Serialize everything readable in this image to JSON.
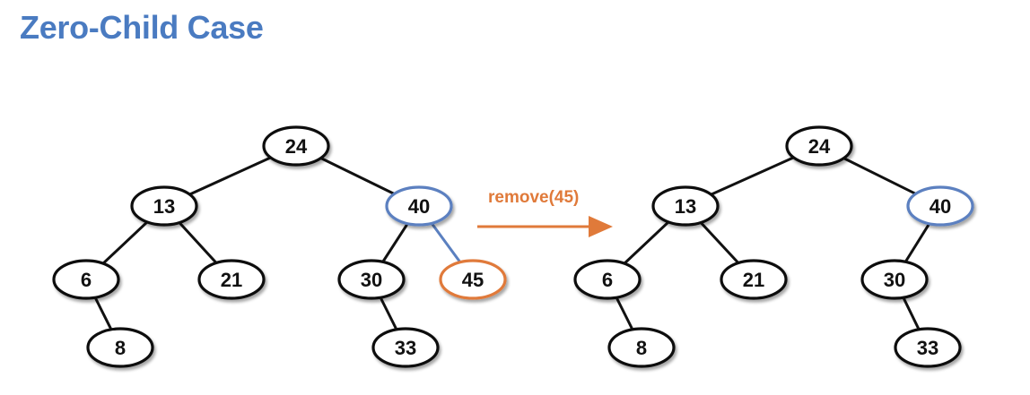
{
  "title": "Zero-Child Case",
  "operation": {
    "label": "remove(45)"
  },
  "colors": {
    "title": "#4a7bc1",
    "highlight_parent": "#5b80c0",
    "removed": "#e07a3a",
    "default": "#111111"
  },
  "trees": {
    "before": {
      "nodes": [
        {
          "id": "b24",
          "label": "24",
          "status": "default"
        },
        {
          "id": "b13",
          "label": "13",
          "status": "default"
        },
        {
          "id": "b40",
          "label": "40",
          "status": "parent"
        },
        {
          "id": "b6",
          "label": "6",
          "status": "default"
        },
        {
          "id": "b21",
          "label": "21",
          "status": "default"
        },
        {
          "id": "b30",
          "label": "30",
          "status": "default"
        },
        {
          "id": "b45",
          "label": "45",
          "status": "removed"
        },
        {
          "id": "b8",
          "label": "8",
          "status": "default"
        },
        {
          "id": "b33",
          "label": "33",
          "status": "default"
        }
      ],
      "edges": [
        [
          "b24",
          "b13"
        ],
        [
          "b24",
          "b40"
        ],
        [
          "b13",
          "b6"
        ],
        [
          "b13",
          "b21"
        ],
        [
          "b40",
          "b30"
        ],
        [
          "b40",
          "b45"
        ],
        [
          "b6",
          "b8"
        ],
        [
          "b30",
          "b33"
        ]
      ]
    },
    "after": {
      "nodes": [
        {
          "id": "a24",
          "label": "24",
          "status": "default"
        },
        {
          "id": "a13",
          "label": "13",
          "status": "default"
        },
        {
          "id": "a40",
          "label": "40",
          "status": "parent"
        },
        {
          "id": "a6",
          "label": "6",
          "status": "default"
        },
        {
          "id": "a21",
          "label": "21",
          "status": "default"
        },
        {
          "id": "a30",
          "label": "30",
          "status": "default"
        },
        {
          "id": "a8",
          "label": "8",
          "status": "default"
        },
        {
          "id": "a33",
          "label": "33",
          "status": "default"
        }
      ],
      "edges": [
        [
          "a24",
          "a13"
        ],
        [
          "a24",
          "a40"
        ],
        [
          "a13",
          "a6"
        ],
        [
          "a13",
          "a21"
        ],
        [
          "a40",
          "a30"
        ],
        [
          "a6",
          "a8"
        ],
        [
          "a30",
          "a33"
        ]
      ]
    }
  }
}
